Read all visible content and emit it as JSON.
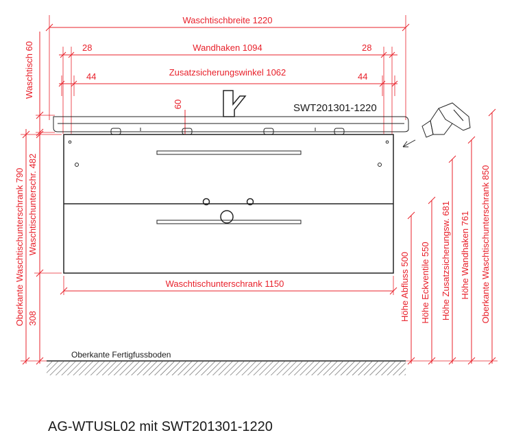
{
  "colors": {
    "dimension": "#e8202a",
    "line": "#222222",
    "hatch": "#555555",
    "background": "#ffffff"
  },
  "dimensions": {
    "basin_width": "Waschtischbreite 1220",
    "wall_hook": "Wandhaken 1094",
    "wall_hook_offset_left": "28",
    "wall_hook_offset_right": "28",
    "safety_bracket": "Zusatzsicherungswinkel 1062",
    "safety_bracket_offset_left": "44",
    "safety_bracket_offset_right": "44",
    "hook_depth": "60",
    "basin_height": "Waschtisch 60",
    "cabinet_width": "Waschtischunterschrank  1150",
    "cabinet_height": "Waschtischunterschr. 482",
    "floor_gap": "308",
    "cabinet_top_height": "Oberkante Waschtischunterschrank 790",
    "drain_height": "Höhe Abfluss 500",
    "valve_height": "Höhe Eckventile 550",
    "safety_height": "Höhe Zusatzsicherungsw. 681",
    "hook_height": "Höhe Wandhaken 761",
    "cabinet_top_height_right": "Oberkante Waschtischunterschrank 850"
  },
  "labels": {
    "basin_model": "SWT201301-1220",
    "floor": "Oberkante Fertigfussboden",
    "caption": "AG-WTUSL02 mit SWT201301-1220"
  },
  "icons": [
    "faucet-icon",
    "mounting-bracket-icon"
  ]
}
